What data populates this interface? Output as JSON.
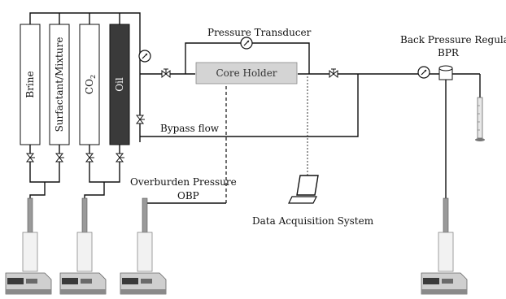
{
  "cylinders": [
    {
      "label": "Brine",
      "fill": "#ffffff",
      "text_color": "#111111"
    },
    {
      "label": "Surfactant/Mixture",
      "fill": "#ffffff",
      "text_color": "#111111"
    },
    {
      "label": "CO",
      "sub": "2",
      "fill": "#ffffff",
      "text_color": "#111111"
    },
    {
      "label": "Oil",
      "fill": "#3a3a3a",
      "text_color": "#ffffff"
    }
  ],
  "labels": {
    "pressure_transducer": "Pressure Transducer",
    "core_holder": "Core Holder",
    "bpr_title": "Back Pressure Regulator",
    "bpr_abbr": "BPR",
    "bypass_flow": "Bypass flow",
    "overburden": "Overburden Pressure",
    "obp": "OBP",
    "daq": "Data Acquisition System"
  },
  "colors": {
    "line": "#111111",
    "core_holder_fill": "#d4d4d4",
    "oil_fill": "#3a3a3a"
  },
  "icons": [
    "pressure-gauge-icon",
    "needle-valve-icon",
    "syringe-pump-icon",
    "laptop-icon",
    "graduated-cylinder-icon",
    "bpr-icon"
  ]
}
